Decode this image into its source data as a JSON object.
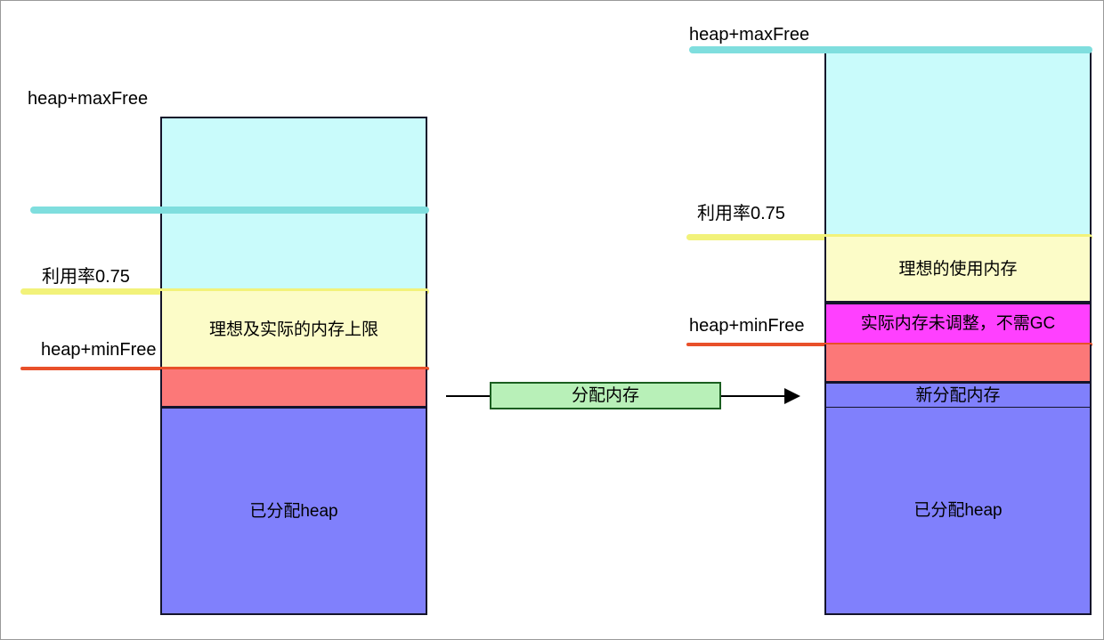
{
  "diagram": {
    "title_hidden": "",
    "colors": {
      "cyan": "#c9fbfb",
      "yellow": "#fcfcc8",
      "red": "#fc7878",
      "blue": "#8080fc",
      "magenta": "#ff40ff",
      "green": "#b8f0b8",
      "teal_line": "#7fdede",
      "yellow_line": "#f2f27a",
      "red_line": "#e8502a",
      "outline": "#14142b"
    },
    "left": {
      "label_max_free": "heap+maxFree",
      "label_utilization": "利用率0.75",
      "label_min_free": "heap+minFree",
      "block_cyan_label": "",
      "block_yellow_label": "理想及实际的内存上限",
      "block_red_label": "",
      "block_blue_label": "已分配heap"
    },
    "transition": {
      "arrow_label": "分配内存"
    },
    "right": {
      "label_max_free": "heap+maxFree",
      "label_utilization": "利用率0.75",
      "label_min_free": "heap+minFree",
      "block_cyan_label": "",
      "block_yellow_label": "理想的使用内存",
      "block_magenta_label": "实际内存未调整，不需GC",
      "block_red_label": "",
      "block_newalloc_label": "新分配内存",
      "block_blue_label": "已分配heap"
    }
  }
}
